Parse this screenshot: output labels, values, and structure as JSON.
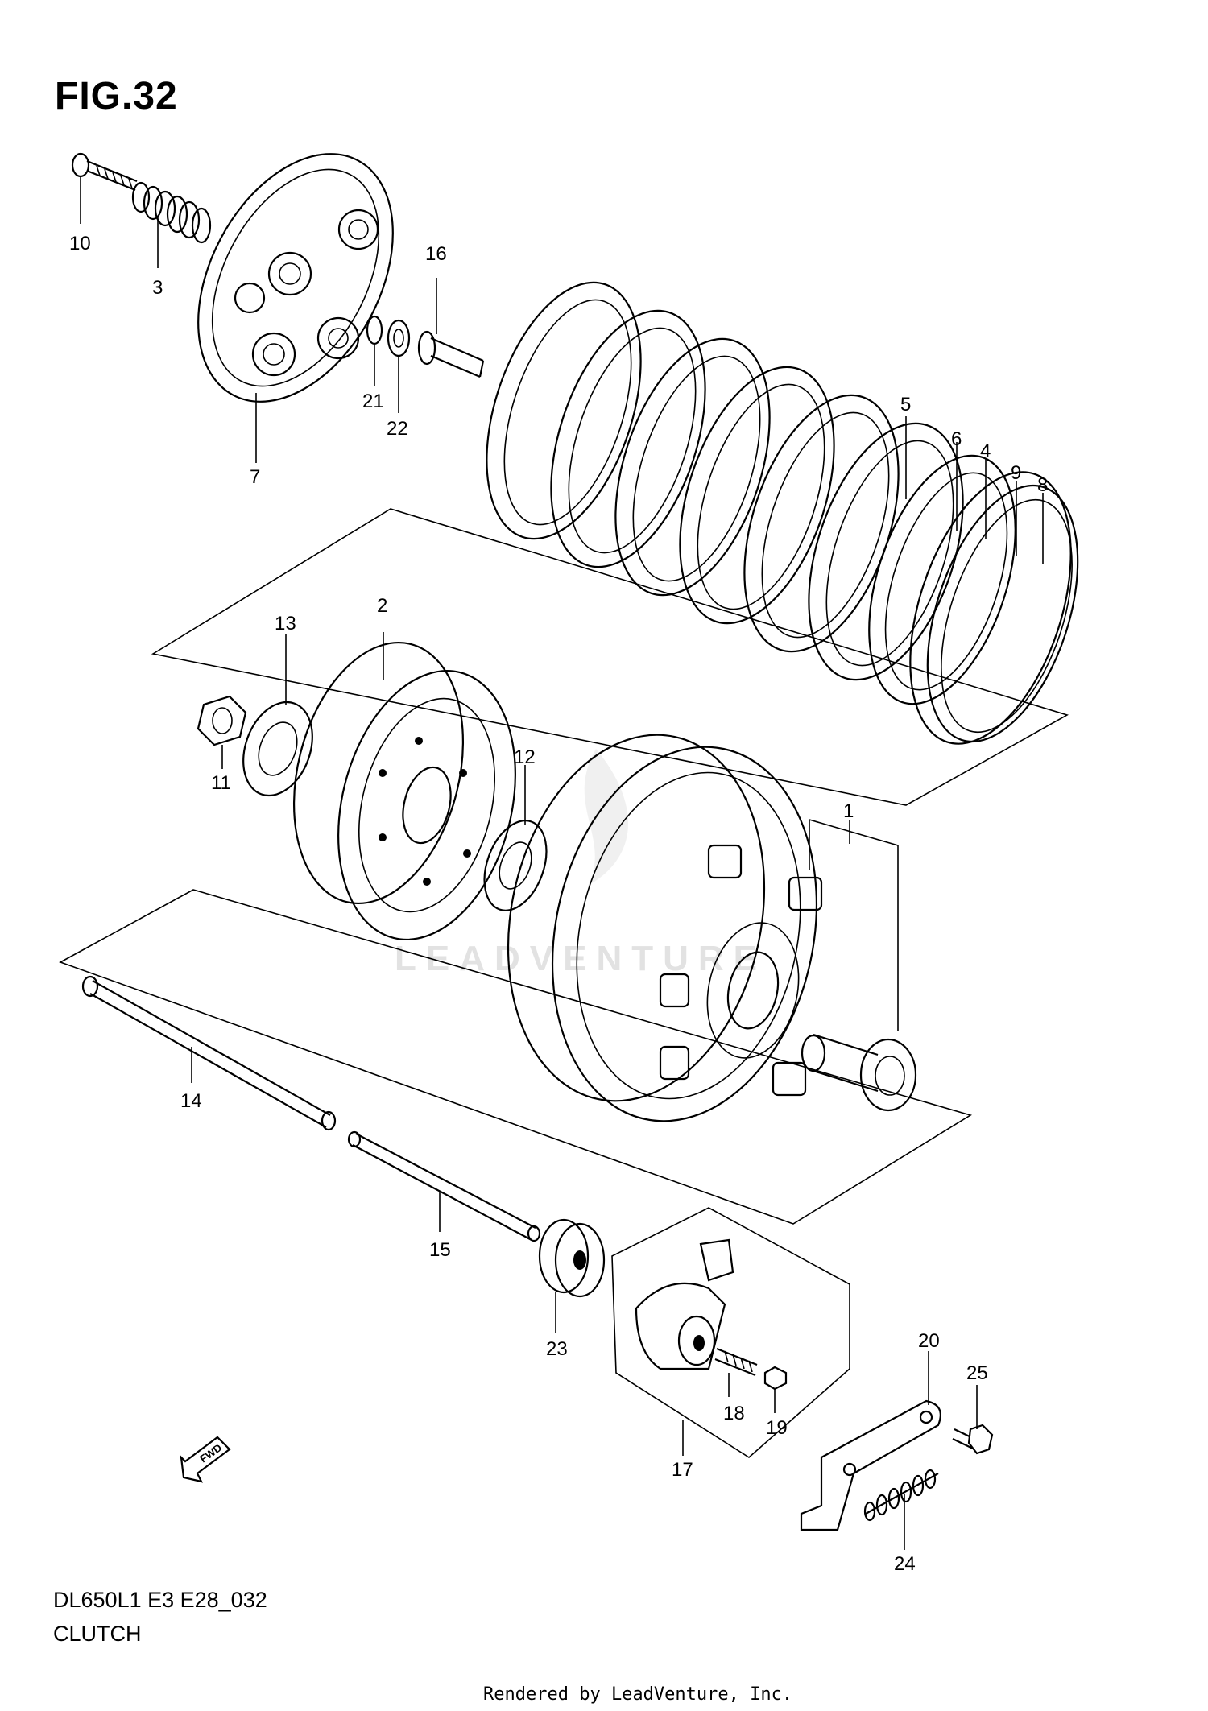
{
  "figure": {
    "title": "FIG.32",
    "model_code": "DL650L1 E3 E28_032",
    "section_name": "CLUTCH",
    "credit": "Rendered by LeadVenture, Inc.",
    "watermark": "LEADVENTURE"
  },
  "callouts": [
    {
      "id": "1",
      "label": "1"
    },
    {
      "id": "2",
      "label": "2"
    },
    {
      "id": "3",
      "label": "3"
    },
    {
      "id": "4",
      "label": "4"
    },
    {
      "id": "5",
      "label": "5"
    },
    {
      "id": "6",
      "label": "6"
    },
    {
      "id": "7",
      "label": "7"
    },
    {
      "id": "8",
      "label": "8"
    },
    {
      "id": "9",
      "label": "9"
    },
    {
      "id": "10",
      "label": "10"
    },
    {
      "id": "11",
      "label": "11"
    },
    {
      "id": "12",
      "label": "12"
    },
    {
      "id": "13",
      "label": "13"
    },
    {
      "id": "14",
      "label": "14"
    },
    {
      "id": "15",
      "label": "15"
    },
    {
      "id": "16",
      "label": "16"
    },
    {
      "id": "17",
      "label": "17"
    },
    {
      "id": "18",
      "label": "18"
    },
    {
      "id": "19",
      "label": "19"
    },
    {
      "id": "20",
      "label": "20"
    },
    {
      "id": "21",
      "label": "21"
    },
    {
      "id": "22",
      "label": "22"
    },
    {
      "id": "23",
      "label": "23"
    },
    {
      "id": "24",
      "label": "24"
    },
    {
      "id": "25",
      "label": "25"
    }
  ],
  "fwd_indicator": {
    "label": "FWD",
    "icon": "arrow-down-left-icon"
  }
}
